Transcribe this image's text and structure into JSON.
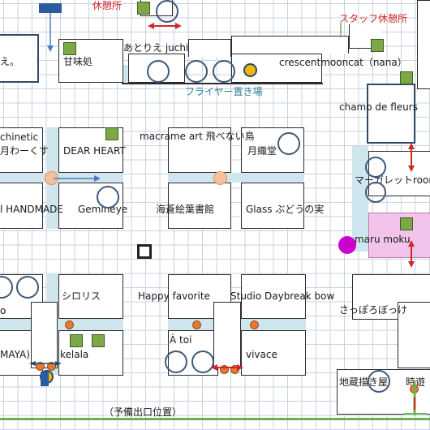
{
  "booths": {
    "amamidokoro": "甘味処",
    "atorie_juchi": "あとりえ juchi",
    "crescentmooncat": "crescentmooncat（nana）",
    "chamo_de_fleurs": "chamo de fleurs",
    "machinetic": "chinetic",
    "tsukiwakusu": "月わーくす",
    "dear_heart": "DEAR HEART",
    "macrame_art": "macrame art 飛べない鳥",
    "gesshokudo": "月織堂",
    "margaret_room": "マーガレットroom",
    "handmade": "l HANDMADE",
    "gemineye": "Gemineye",
    "kaisou": "海蒼絵葉書館",
    "glass_budou": "Glass ぶどうの実",
    "maru_moku": "maru moku",
    "shirorisu": "シロリス",
    "happy_favorite": "Happy favorite",
    "studio_daybreak": "Studio Daybreak bow",
    "sapporo_bokke": "さっぽろぼっけ",
    "left_o": "o",
    "maya": "MAYA)",
    "kelala": "kelala",
    "a_toi": "À toi",
    "vivace": "vivace",
    "jizou": "地蔵描き屋",
    "tokiasobi": "時遊",
    "left_e": "え。"
  },
  "areas": {
    "kyuukeisho": "休憩所",
    "staff_kyuukeisho": "スタッフ休憩所",
    "fryer_okiba": "フライヤー置き場",
    "yobi_deguchi": "（予備出口位置）"
  },
  "colors": {
    "grid": "#c9d3e2",
    "booth_border": "#2b2b2b",
    "stand_circle": "#3d5a7a",
    "aisle": "#cfe6ee",
    "staff_marker": "#7ea848",
    "extinguisher": "#e07a34",
    "red_label": "#d02828",
    "maru_moku_highlight": "#f2c4ec",
    "current_location": "#cc00cc"
  },
  "icons": {
    "staff_marker": "green-square-icon",
    "extinguisher": "orange-dot-icon",
    "current_location": "magenta-location-icon",
    "fryer_rack": "yellow-dot-icon"
  }
}
